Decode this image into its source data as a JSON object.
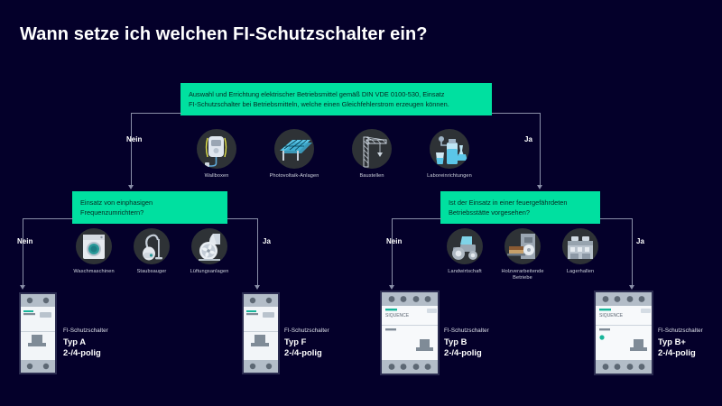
{
  "page": {
    "title": "Wann setze ich welchen FI-Schutzschalter ein?",
    "background_color": "#04002a",
    "accent_color": "#00e0a0"
  },
  "top_box": {
    "line1": "Auswahl und Errichtung elektrischer Betriebsmittel gemäß DIN VDE 0100-530, Einsatz",
    "line2": "FI-Schutzschalter bei Betriebsmitteln, welche einen Gleichfehlerstrom erzeugen können."
  },
  "top_branches": {
    "left_label": "Nein",
    "right_label": "Ja"
  },
  "top_icons": [
    {
      "label": "Wallboxen",
      "icon": "wallbox-icon"
    },
    {
      "label": "Photovoltaik-Anlagen",
      "icon": "solar-panel-icon"
    },
    {
      "label": "Baustellen",
      "icon": "crane-icon"
    },
    {
      "label": "Laboreinrichtungen",
      "icon": "laboratory-icon"
    }
  ],
  "left_box": {
    "line1": "Einsatz von einphasigen",
    "line2": "Frequenzumrichtern?"
  },
  "left_branches": {
    "left_label": "Nein",
    "right_label": "Ja"
  },
  "left_icons": [
    {
      "label": "Waschmaschinen",
      "icon": "washing-machine-icon"
    },
    {
      "label": "Staubsauger",
      "icon": "vacuum-cleaner-icon"
    },
    {
      "label": "Lüftungsanlagen",
      "icon": "ventilation-fan-icon"
    }
  ],
  "right_box": {
    "line1": "Ist der Einsatz in einer feuergefährdeten",
    "line2": "Betriebsstätte vorgesehen?"
  },
  "right_branches": {
    "left_label": "Nein",
    "right_label": "Ja"
  },
  "right_icons": [
    {
      "label": "Landwirtschaft",
      "icon": "tractor-icon"
    },
    {
      "label": "Holzverarbeitende\nBetriebe",
      "icon": "sawmill-icon"
    },
    {
      "label": "Lagerhallen",
      "icon": "warehouse-icon"
    }
  ],
  "results": [
    {
      "caption": "FI-Schutzschalter",
      "type": "Typ A",
      "poles": "2-/4-polig",
      "poles_count": 2,
      "brand": "SIQUENCE"
    },
    {
      "caption": "FI-Schutzschalter",
      "type": "Typ F",
      "poles": "2-/4-polig",
      "poles_count": 2,
      "brand": "SIQUENCE"
    },
    {
      "caption": "FI-Schutzschalter",
      "type": "Typ B",
      "poles": "2-/4-polig",
      "poles_count": 4,
      "brand": "SIQUENCE"
    },
    {
      "caption": "FI-Schutzschalter",
      "type": "Typ B+",
      "poles": "2-/4-polig",
      "poles_count": 4,
      "brand": "SIQUENCE"
    }
  ]
}
